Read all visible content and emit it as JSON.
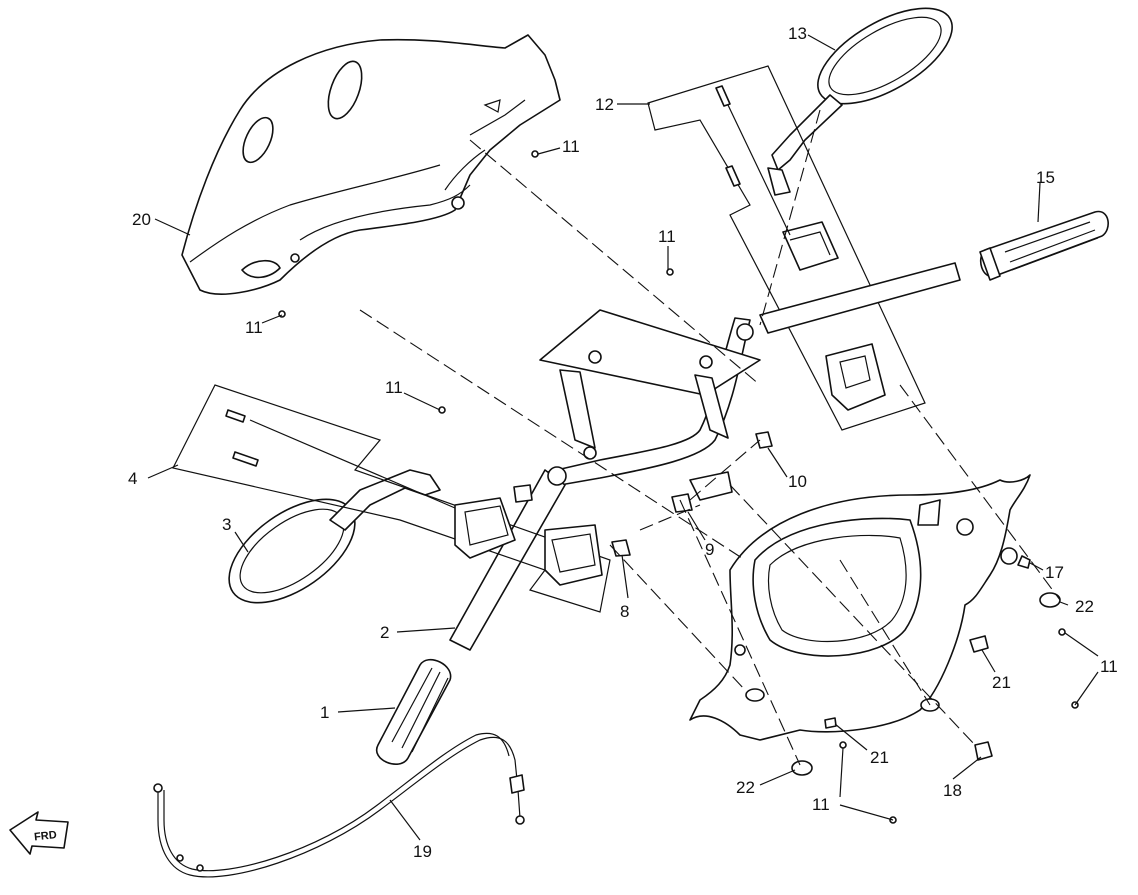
{
  "diagram": {
    "callouts": {
      "c1": "1",
      "c2": "2",
      "c3": "3",
      "c4": "4",
      "c8": "8",
      "c9": "9",
      "c10": "10",
      "c11a": "11",
      "c11b": "11",
      "c11c": "11",
      "c11d": "11",
      "c11e": "11",
      "c11f": "11",
      "c12": "12",
      "c13": "13",
      "c15": "15",
      "c17": "17",
      "c18": "18",
      "c19": "19",
      "c20": "20",
      "c21a": "21",
      "c21b": "21",
      "c22a": "22",
      "c22b": "22"
    },
    "front_arrow": "FRD"
  }
}
